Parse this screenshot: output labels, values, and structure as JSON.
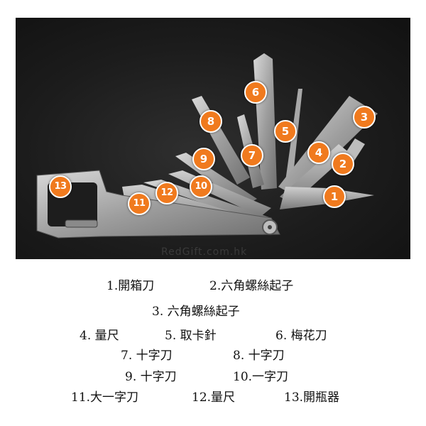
{
  "photo": {
    "watermark": "RedGift.com.hk",
    "markers": [
      "6",
      "8",
      "5",
      "3",
      "9",
      "7",
      "4",
      "2",
      "13",
      "12",
      "10",
      "1",
      "11"
    ]
  },
  "legend": {
    "items": [
      "1.開箱刀",
      "2.六角螺絲起子",
      "3. 六角螺絲起子",
      "4. 量尺",
      "5. 取卡針",
      "6. 梅花刀",
      "7. 十字刀",
      "8. 十字刀",
      "9. 十字刀",
      "10.一字刀",
      "11.大一字刀",
      "12.量尺",
      "13.開瓶器"
    ]
  }
}
